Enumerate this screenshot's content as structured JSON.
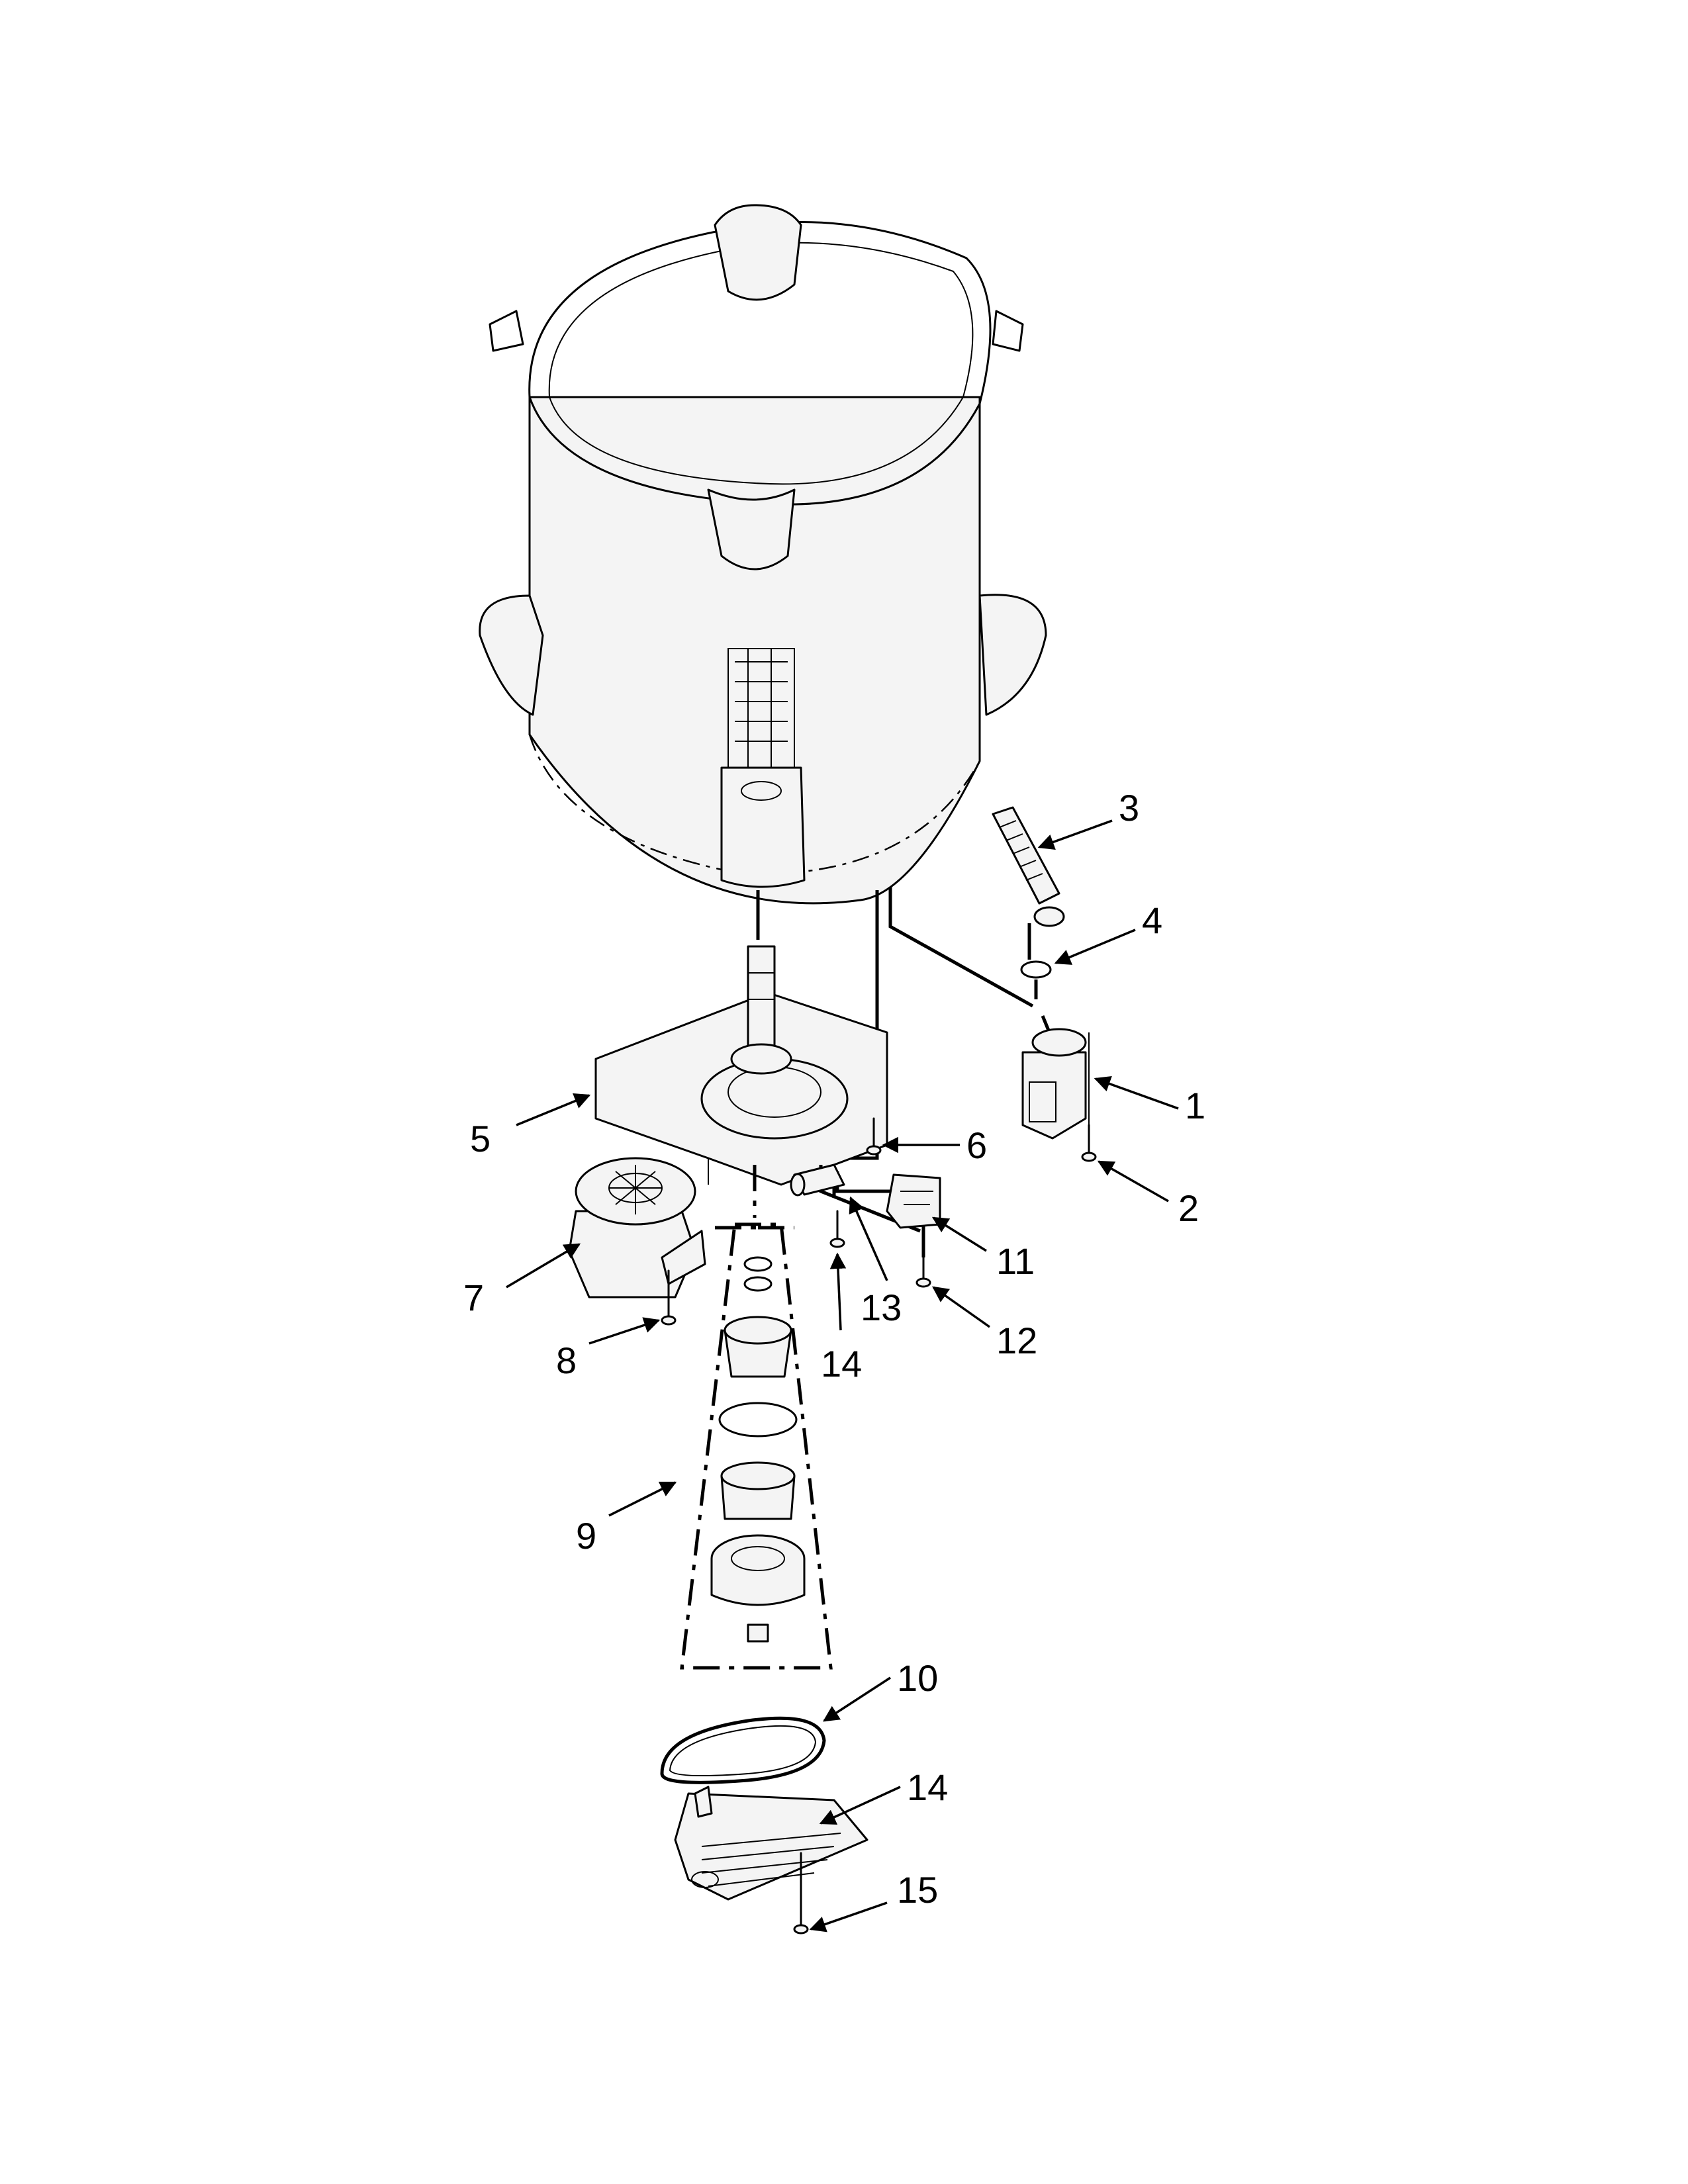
{
  "callouts": [
    {
      "id": "1",
      "label": "1"
    },
    {
      "id": "2",
      "label": "2"
    },
    {
      "id": "3",
      "label": "3"
    },
    {
      "id": "4",
      "label": "4"
    },
    {
      "id": "5",
      "label": "5"
    },
    {
      "id": "6",
      "label": "6"
    },
    {
      "id": "7",
      "label": "7"
    },
    {
      "id": "8",
      "label": "8"
    },
    {
      "id": "9",
      "label": "9"
    },
    {
      "id": "10",
      "label": "10"
    },
    {
      "id": "11",
      "label": "11"
    },
    {
      "id": "12",
      "label": "12"
    },
    {
      "id": "13",
      "label": "13"
    },
    {
      "id": "14a",
      "label": "14"
    },
    {
      "id": "14b",
      "label": "14"
    },
    {
      "id": "15",
      "label": "15"
    }
  ]
}
